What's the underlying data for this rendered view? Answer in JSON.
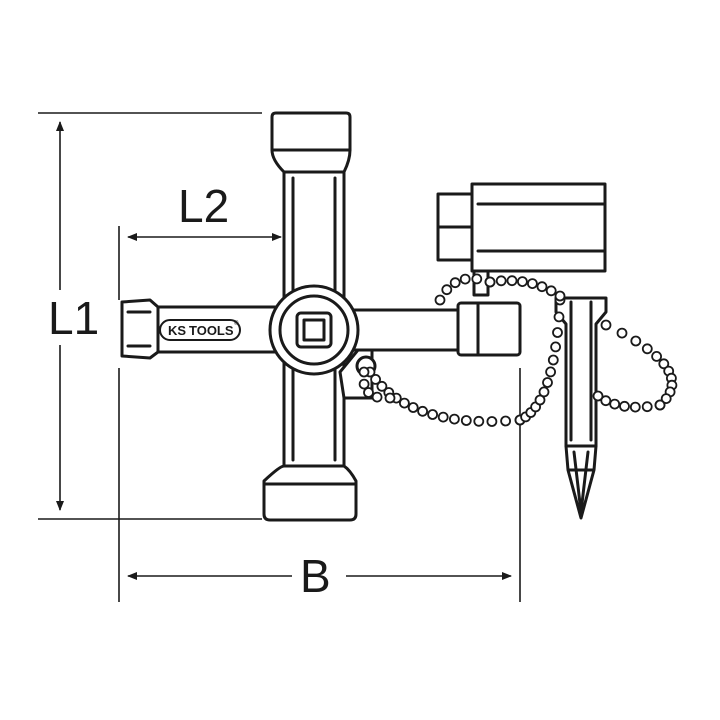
{
  "dimensions": {
    "L1": "L1",
    "L2": "L2",
    "B": "B"
  },
  "logo": {
    "brand_ks": "KS",
    "brand_tools": "TOOLS",
    "mark": "®"
  }
}
